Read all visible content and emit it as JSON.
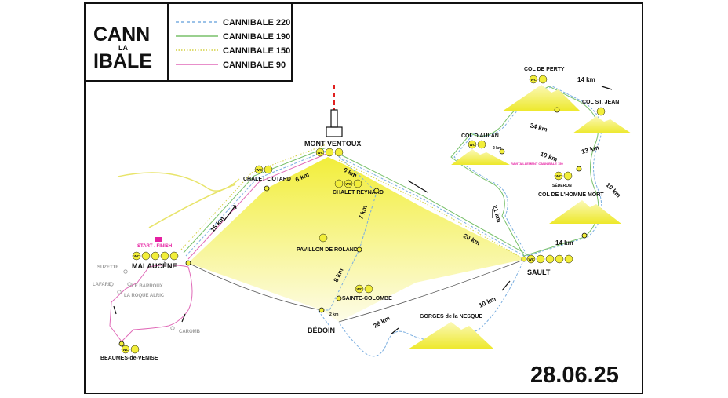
{
  "brand": {
    "line1": "CANN",
    "small": "LA",
    "line2": "IBALE"
  },
  "legend": [
    {
      "label": "CANNIBALE 220",
      "color": "#7aaee0",
      "style": "dashed"
    },
    {
      "label": "CANNIBALE 190",
      "color": "#78c06a",
      "style": "solid"
    },
    {
      "label": "CANNIBALE 150",
      "color": "#d4d040",
      "style": "dotted"
    },
    {
      "label": "CANNIBALE 90",
      "color": "#e06ab8",
      "style": "solid"
    }
  ],
  "date": "28.06.25",
  "places": {
    "mont_ventoux": "MONT VENTOUX",
    "chalet_liotard": "CHALET LIOTARD",
    "chalet_reynard": "CHALET REYNARD",
    "pavillon_de_rolland": "PAVILLON DE ROLAND",
    "malaucene": "MALAUCÈNE",
    "start_finish": "START . FINISH",
    "sault": "SAULT",
    "sainte_colombe": "SAINTE-COLOMBE",
    "bedoin": "BÉDOIN",
    "gorges_nesque": "GORGES de la NESQUE",
    "beaumes": "BEAUMES-de-VENISE",
    "suzette": "SUZETTE",
    "lafare": "LAFARE",
    "le_barroux": "LE BARROUX",
    "la_roque_alric": "LA ROQUE ALRIC",
    "caromb": "CAROMB",
    "col_de_perty": "COL DE PERTY",
    "col_st_jean": "COL ST. JEAN",
    "col_daulan": "COL D'AULAN",
    "sederon": "SÉDERON",
    "col_homme_mort": "COL DE L'HOMME MORT",
    "ravito": "RAVITAILLEMENT CANNIBALE 150"
  },
  "distances": {
    "d6a": "6 km",
    "d6b": "6 km",
    "d15": "15 km",
    "d7": "7 km",
    "d8": "8 km",
    "d2a": "2 km",
    "d28": "28 km",
    "d10a": "10 km",
    "d20": "20 km",
    "d14a": "14 km",
    "d14b": "14 km",
    "d24": "24 km",
    "d13": "13 km",
    "d10b": "10 km",
    "d10c": "10 km",
    "d21": "21 km",
    "d2b": "2 km"
  },
  "icons": {
    "wc": "WC"
  },
  "colors": {
    "frame": "#111111",
    "mountain_yellow": "#f2ee3a",
    "pink": "#e51fa1"
  }
}
